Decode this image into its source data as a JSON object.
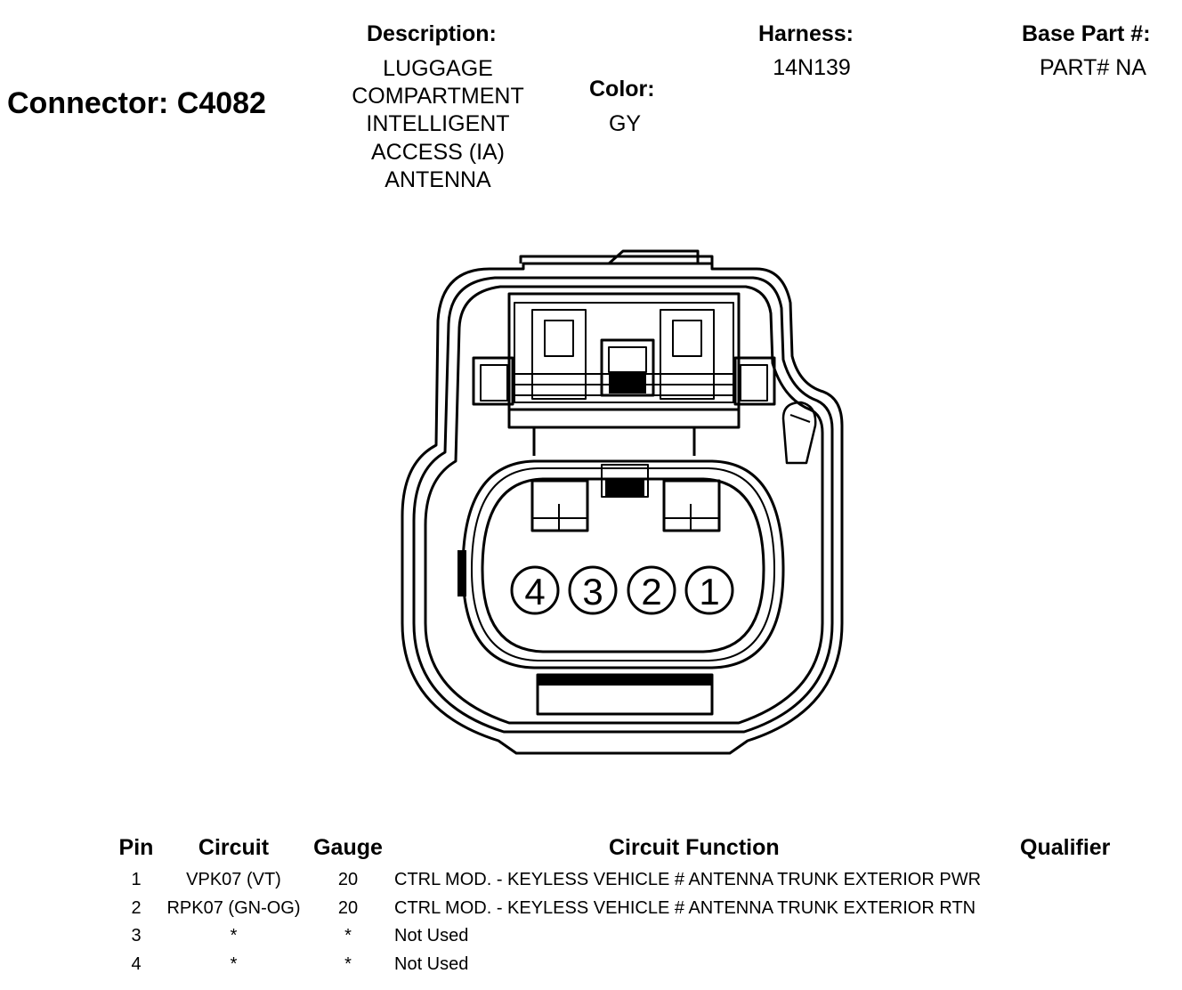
{
  "connector": {
    "title": "Connector: C4082"
  },
  "description": {
    "label": "Description:",
    "lines": [
      "LUGGAGE",
      "COMPARTMENT",
      "INTELLIGENT",
      "ACCESS (IA)",
      "ANTENNA"
    ]
  },
  "color": {
    "label": "Color:",
    "value": "GY"
  },
  "harness": {
    "label": "Harness:",
    "value": "14N139"
  },
  "base_part": {
    "label": "Base Part #:",
    "value": "PART# NA"
  },
  "diagram": {
    "pin_labels": [
      "4",
      "3",
      "2",
      "1"
    ]
  },
  "pin_table": {
    "headers": {
      "pin": "Pin",
      "circuit": "Circuit",
      "gauge": "Gauge",
      "function": "Circuit Function",
      "qualifier": "Qualifier"
    },
    "rows": [
      {
        "pin": "1",
        "circuit": "VPK07 (VT)",
        "gauge": "20",
        "function": "CTRL MOD. - KEYLESS VEHICLE # ANTENNA TRUNK EXTERIOR PWR",
        "qualifier": ""
      },
      {
        "pin": "2",
        "circuit": "RPK07 (GN-OG)",
        "gauge": "20",
        "function": "CTRL MOD. - KEYLESS VEHICLE # ANTENNA TRUNK EXTERIOR RTN",
        "qualifier": ""
      },
      {
        "pin": "3",
        "circuit": "*",
        "gauge": "*",
        "function": "Not Used",
        "qualifier": ""
      },
      {
        "pin": "4",
        "circuit": "*",
        "gauge": "*",
        "function": "Not Used",
        "qualifier": ""
      }
    ]
  }
}
